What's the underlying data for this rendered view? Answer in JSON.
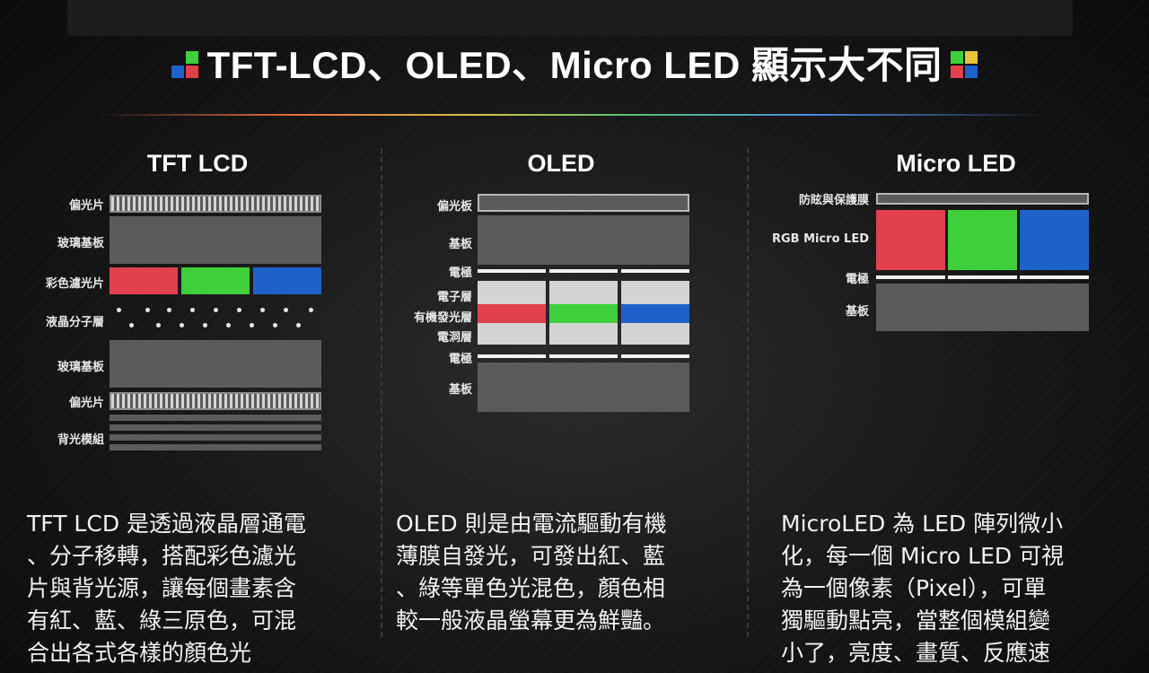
{
  "header": {
    "title": "TFT-LCD、OLED、Micro LED 顯示大不同"
  },
  "colors": {
    "red": "#e0414c",
    "green": "#3fcf3a",
    "blue": "#1d62c8",
    "layer_gray": "#5b5b5d"
  },
  "tft": {
    "title": "TFT LCD",
    "labels": {
      "polarizer_top": "偏光片",
      "glass_top": "玻璃基板",
      "color_filter": "彩色濾光片",
      "liquid_crystal": "液晶分子層",
      "glass_bottom": "玻璃基板",
      "polarizer_bottom": "偏光片",
      "backlight": "背光模組"
    },
    "description": [
      "TFT LCD 是透過液晶層通電",
      "、分子移轉，搭配彩色濾光",
      "片與背光源，讓每個畫素含",
      "有紅、藍、綠三原色，可混",
      "合出各式各樣的顏色光"
    ]
  },
  "oled": {
    "title": "OLED",
    "labels": {
      "polarizer": "偏光板",
      "substrate_top": "基板",
      "electrode_top": "電極",
      "electron_layer": "電子層",
      "emissive_layer": "有機發光層",
      "hole_layer": "電洞層",
      "electrode_bottom": "電極",
      "substrate_bottom": "基板"
    },
    "description": [
      "OLED 則是由電流驅動有機",
      "薄膜自發光，可發出紅、藍",
      "、綠等單色光混色，顏色相",
      "較一般液晶螢幕更為鮮豔。"
    ]
  },
  "microled": {
    "title": "Micro LED",
    "labels": {
      "protection": "防眩與保護膜",
      "rgb": "RGB Micro LED",
      "electrode": "電極",
      "substrate": "基板"
    },
    "description": [
      "MicroLED 為 LED 陣列微小",
      "化，每一個 Micro LED 可視",
      "為一個像素（Pixel），可單",
      "獨驅動點亮，當整個模組變",
      "小了，亮度、畫質、反應速"
    ]
  }
}
